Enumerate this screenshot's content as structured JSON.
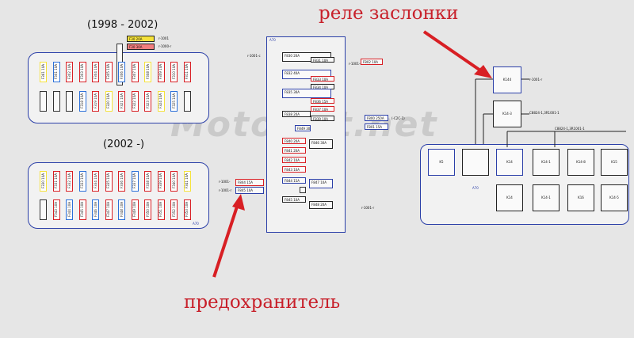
{
  "labels": {
    "period1": "(1998 - 2002)",
    "period2": "(2002 -)",
    "relay_callout": "реле заслонки",
    "fuse_callout": "предохранитель",
    "watermark": "Motorbit.net"
  },
  "panel1": {
    "top_fuses": [
      "F30 20A",
      "F30 30A"
    ],
    "top_labels": [
      "r-1001",
      "r-1000-r"
    ],
    "fuses": [
      "F361 10A",
      "F301 10A",
      "F302 10A",
      "F303 10A",
      "F304 10A",
      "F305 10A",
      "F306 10A",
      "F307 10A",
      "F308 10A",
      "F309 10A",
      "F310 10A",
      "F311 10A",
      "F312 10A",
      "F313 10A",
      "F314 10A",
      "F315 10A",
      "F316 10A",
      "F317 10A"
    ],
    "lower_fuses": [
      "F318 10A",
      "F319 10A",
      "F320 10A",
      "F321 10A",
      "F322 10A",
      "F323 10A",
      "F324 10A",
      "F325 10A",
      "F326 10A",
      "F327 10A",
      "F328 10A"
    ]
  },
  "panel2": {
    "upper_fuses": [
      "F330 10A",
      "F331 10A",
      "F332 10A",
      "F333 10A",
      "F334 10A",
      "F335 10A",
      "F336 10A",
      "F337 10A",
      "F338 10A",
      "F339 10A",
      "F340 10A",
      "F341 10A"
    ],
    "lower_fuses": [
      "F342 10A",
      "F343 10A",
      "F344 10A",
      "F345 10A",
      "F346 10A",
      "F347 10A",
      "F348 10A",
      "F349 10A",
      "F350 10A",
      "F351 10A",
      "F352 10A",
      "F353 10A"
    ],
    "corner_label": "A70"
  },
  "center_panel": {
    "label": "A70",
    "boxes": [
      "F830 20A",
      "F831 10A",
      "F832 40A",
      "F833 10A",
      "F834 10A",
      "F835 30A",
      "F836 15A",
      "F837 10A",
      "F838 20A",
      "F839 10A",
      "F840 20A",
      "F841 20A",
      "F842 10A",
      "F843 10A",
      "F844 15A",
      "F845 10A",
      "F846 30A",
      "F847 10A",
      "F848 20A",
      "F849 30A"
    ],
    "pins": [
      "r-1001-r",
      "r-1001-c",
      "F800 250A",
      "(-C2C-1)",
      "F801 15A",
      "F802 10A",
      "r-1001-r"
    ],
    "fuse_left_labels": [
      "r-1001-",
      "r-1001-r"
    ],
    "fuse_highlight": [
      "F844 15A",
      "F845 10A"
    ]
  },
  "relays": {
    "k_top": "K144",
    "k_top_label": "r-1001-r",
    "k2": "K14-3",
    "k2_label": "C8824-1,3R1001-1",
    "wire_label": "C8824-1,3R1001-1",
    "row1": [
      "K5",
      "",
      "K14",
      "K14-1",
      "K14-8",
      "K15"
    ],
    "row2": [
      "K14",
      "K14-1",
      "K16",
      "K14-5"
    ],
    "panel_label": "A70"
  }
}
